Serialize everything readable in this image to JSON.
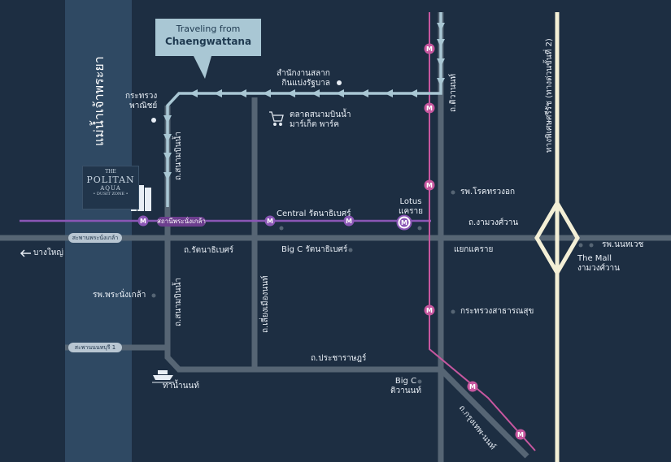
{
  "callout": {
    "line1": "Traveling from",
    "line2": "Chaengwattana"
  },
  "river": {
    "label": "แม่น้ำเจ้าพระยา"
  },
  "project": {
    "small": "THE",
    "name": "POLITAN",
    "sub": "AQUA",
    "brand": "• DUSIT ZONE •"
  },
  "left_exit": {
    "label": "บางใหญ่",
    "arrow": "left-arrow-icon"
  },
  "roads": {
    "bridge_pranangklao": "สะพานพระนั่งเกล้า",
    "bridge_nonthaburi1": "สะพานนนทบุรี 1",
    "sanambinnam_top": "ถ.สนามบินน้ำ",
    "sanambinnam_bottom": "ถ.สนามบินน้ำ",
    "rattanathibet": "ถ.รัตนาธิเบศร์",
    "liang_mueang": "ถ.เลี่ยงเมืองนนท์",
    "prachaorat": "ถ.ประชาราษฎร์",
    "tiwanon": "ถ.ติวานนท์",
    "ngamwongwan": "ถ.งามวงศ์วาน",
    "krungthep_nonthaburi": "ถ.กรุงเทพ-นนท์",
    "expressway": "ทางพิเศษศรีรัช (ทางด่วนขั้นที่ 2)",
    "khae_rai_junction": "แยกแคราย"
  },
  "places": {
    "lottery_office": [
      "สำนักงานสลาก",
      "กินแบ่งรัฐบาล"
    ],
    "commerce_ministry": [
      "กระทรวง",
      "พาณิชย์"
    ],
    "market": [
      "ตลาดสนามบินน้ำ",
      "มาร์เก็ต พาร์ค"
    ],
    "chest_hospital": "รพ.โรคทรวงอก",
    "lotus": [
      "Lotus",
      "แคราย"
    ],
    "central": "Central รัตนาธิเบศร์",
    "bigc_rattanathibet": "Big C รัตนาธิเบศร์",
    "pranangklao_hospital": "รพ.พระนั่งเกล้า",
    "health_ministry": "กระทรวงสาธารณสุข",
    "bigc_tiwanon": [
      "Big C",
      "ติวานนท์"
    ],
    "pier": "ท่าน้ำนนท์",
    "nonthavej": "รพ.นนทเวช",
    "the_mall": [
      "The Mall",
      "งามวงศ์วาน"
    ],
    "station_pranangklao": "สถานีพระนั่งเกล้า"
  },
  "icons": {
    "metro": "M",
    "cart": "cart-icon",
    "boat": "boat-icon"
  },
  "colors": {
    "background": "#1d2e42",
    "road": "#566574",
    "route": "#a9c7d4",
    "purple_line": "#8a56b5",
    "pink_line": "#c7579f",
    "expressway": "#f3efd6"
  }
}
